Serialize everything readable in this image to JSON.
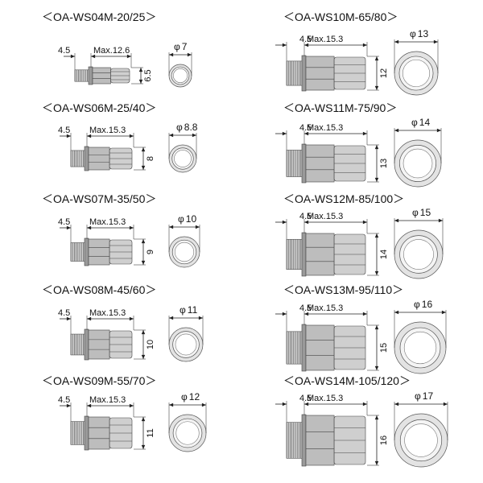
{
  "models": [
    {
      "title": "＜OA-WS04M-20/25＞",
      "thread": "4.5",
      "max": "Max.12.6",
      "height": "6.5",
      "phi_symbol": "φ",
      "phi_value": "7"
    },
    {
      "title": "＜OA-WS06M-25/40＞",
      "thread": "4.5",
      "max": "Max.15.3",
      "height": "8",
      "phi_symbol": "φ",
      "phi_value": "8.8"
    },
    {
      "title": "＜OA-WS07M-35/50＞",
      "thread": "4.5",
      "max": "Max.15.3",
      "height": "9",
      "phi_symbol": "φ",
      "phi_value": "10"
    },
    {
      "title": "＜OA-WS08M-45/60＞",
      "thread": "4.5",
      "max": "Max.15.3",
      "height": "10",
      "phi_symbol": "φ",
      "phi_value": "11"
    },
    {
      "title": "＜OA-WS09M-55/70＞",
      "thread": "4.5",
      "max": "Max.15.3",
      "height": "11",
      "phi_symbol": "φ",
      "phi_value": "12"
    },
    {
      "title": "＜OA-WS10M-65/80＞",
      "thread": "4.5",
      "max": "Max.15.3",
      "height": "12",
      "phi_symbol": "φ",
      "phi_value": "13"
    },
    {
      "title": "＜OA-WS11M-75/90＞",
      "thread": "4.5",
      "max": "Max.15.3",
      "height": "13",
      "phi_symbol": "φ",
      "phi_value": "14"
    },
    {
      "title": "＜OA-WS12M-85/100＞",
      "thread": "4.5",
      "max": "Max.15.3",
      "height": "14",
      "phi_symbol": "φ",
      "phi_value": "15"
    },
    {
      "title": "＜OA-WS13M-95/110＞",
      "thread": "4.5",
      "max": "Max.15.3",
      "height": "15",
      "phi_symbol": "φ",
      "phi_value": "16"
    },
    {
      "title": "＜OA-WS14M-105/120＞",
      "thread": "4.5",
      "max": "Max.15.3",
      "height": "16",
      "phi_symbol": "φ",
      "phi_value": "17"
    }
  ]
}
